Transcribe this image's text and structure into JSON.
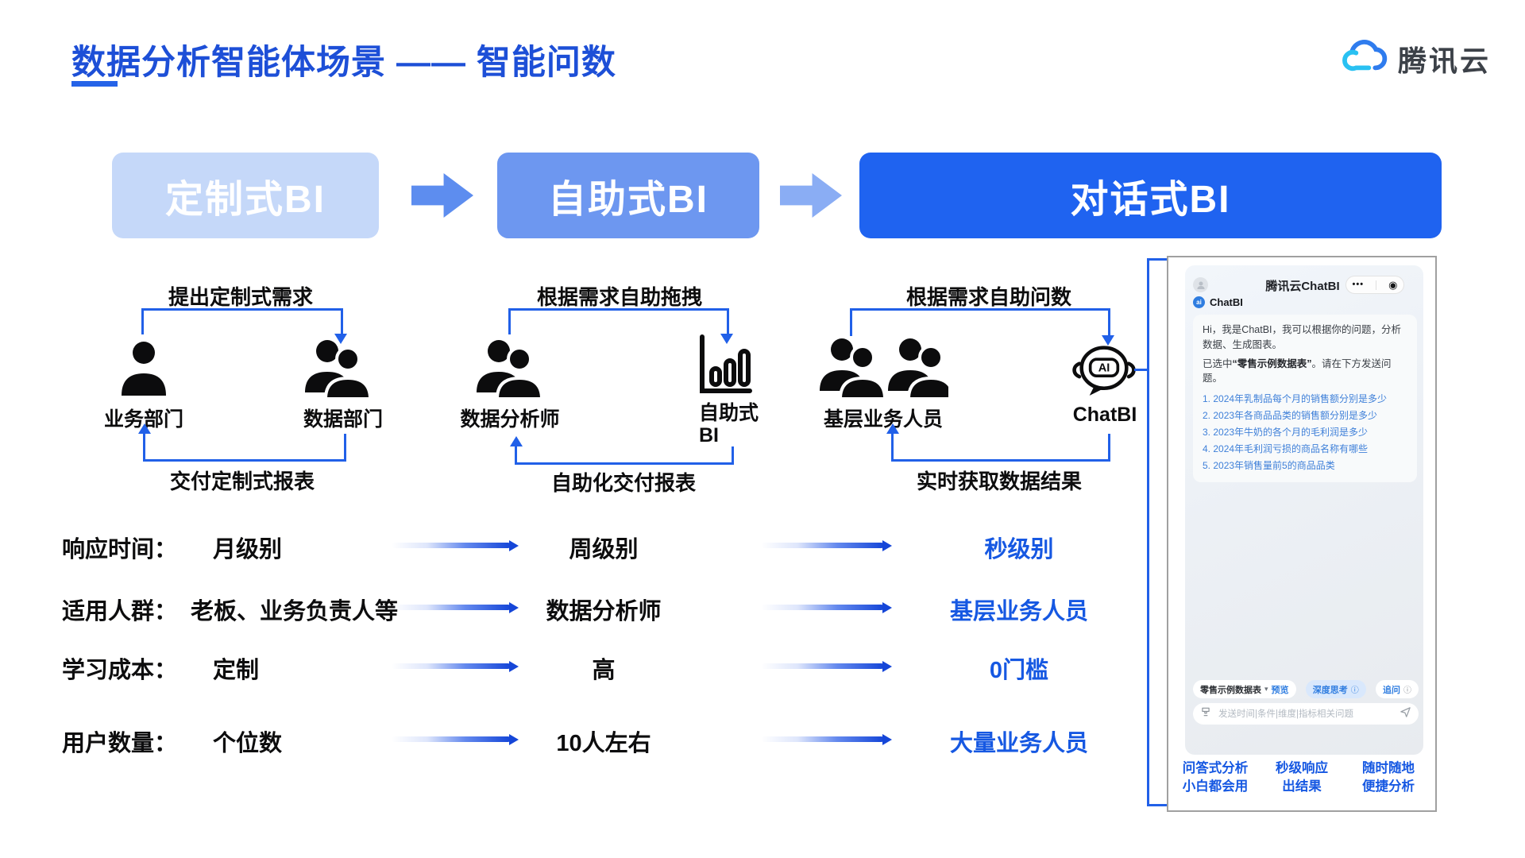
{
  "slide": {
    "title": "数据分析智能体场景 —— 智能问数",
    "logo_text": "腾讯云"
  },
  "stages": [
    {
      "label": "定制式BI"
    },
    {
      "label": "自助式BI"
    },
    {
      "label": "对话式BI"
    }
  ],
  "flows": [
    {
      "top": "提出定制式需求",
      "left": "业务部门",
      "right": "数据部门",
      "bottom": "交付定制式报表"
    },
    {
      "top": "根据需求自助拖拽",
      "left": "数据分析师",
      "right": "自助式",
      "right2": "BI",
      "bottom": "自助化交付报表"
    },
    {
      "top": "根据需求自助问数",
      "left": "基层业务人员",
      "right": "ChatBI",
      "bottom": "实时获取数据结果"
    }
  ],
  "comparison": {
    "rows": [
      {
        "label": "响应时间：",
        "custom": "月级别",
        "self": "周级别",
        "chat": "秒级别"
      },
      {
        "label": "适用人群：",
        "custom": "老板、业务负责人等",
        "self": "数据分析师",
        "chat": "基层业务人员"
      },
      {
        "label": "学习成本：",
        "custom": "定制",
        "self": "高",
        "chat": "0门槛"
      },
      {
        "label": "用户数量：",
        "custom": "个位数",
        "self": "10人左右",
        "chat": "大量业务人员"
      }
    ]
  },
  "ai_icon_label": "AI",
  "phone": {
    "header_title": "腾讯云ChatBI",
    "menu_dots": "•••",
    "close_glyph": "◉",
    "bot_logo_glyph": "ai",
    "bot_name": "ChatBI",
    "msg1": "Hi，我是ChatBI，我可以根据你的问题，分析数据、生成图表。",
    "msg2_pre": "已选中",
    "msg2_bold": "“零售示例数据表”",
    "msg2_post": "。请在下方发送问题。",
    "questions": [
      "1. 2024年乳制品每个月的销售额分别是多少",
      "2. 2023年各商品品类的销售额分别是多少",
      "3. 2023年牛奶的各个月的毛利润是多少",
      "4. 2024年毛利润亏损的商品名称有哪些",
      "5. 2023年销售量前5的商品品类"
    ],
    "dataset_pill": "零售示例数据表",
    "dataset_caret": "▾",
    "preview_label": "预览",
    "deep_think_label": "深度思考",
    "follow_up_label": "追问",
    "info_glyph": "ⓘ",
    "input_placeholder": "发送时间|条件|维度|指标相关问题",
    "features": [
      {
        "line1": "问答式分析",
        "line2": "小白都会用"
      },
      {
        "line1": "秒级响应",
        "line2": "出结果"
      },
      {
        "line1": "随时随地",
        "line2": "便捷分析"
      }
    ]
  },
  "colors": {
    "title_blue": "#1d4fd7",
    "stage1_bg": "#c5d8f9",
    "stage2_bg": "#6d97f0",
    "stage3_bg": "#1f63f0",
    "flow_line": "#2160e8",
    "highlight_blue": "#1658e2",
    "link_blue": "#3f80d9",
    "pill_blue": "#2f7de0"
  }
}
